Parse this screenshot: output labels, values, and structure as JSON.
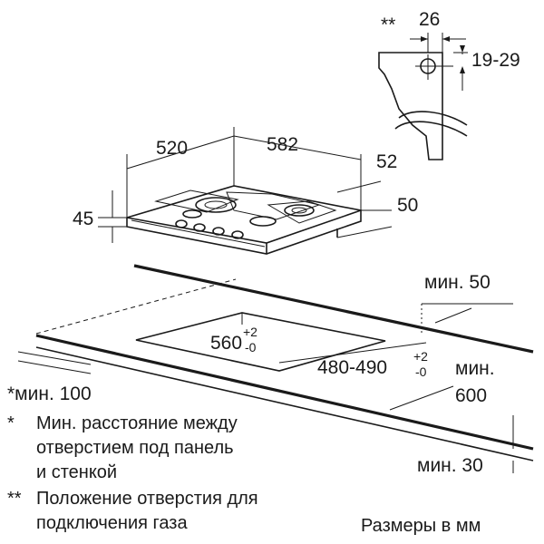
{
  "hob": {
    "width_label": "582",
    "depth_label": "520",
    "height_label": "45",
    "rear_offset_label": "52",
    "side_offset_label": "50"
  },
  "gas_inlet": {
    "marker": "**",
    "width_label": "26",
    "height_label": "19-29"
  },
  "cutout": {
    "width_label": "560",
    "width_tol_plus": "+2",
    "width_tol_minus": "-0",
    "depth_label": "480-490",
    "depth_tol_plus": "+2",
    "depth_tol_minus": "-0"
  },
  "clearances": {
    "wall_label": "*мин. 100",
    "rear_label": "мин. 50",
    "worktop_depth_label_1": "мин.",
    "worktop_depth_label_2": "600",
    "thickness_label": "мин. 30"
  },
  "notes": [
    {
      "marker": "*",
      "lines": [
        "Мин. расстояние между",
        "отверстием под панель",
        "и стенкой"
      ]
    },
    {
      "marker": "**",
      "lines": [
        "Положение отверстия для",
        "подключения газа"
      ]
    }
  ],
  "units_label": "Размеры в мм"
}
